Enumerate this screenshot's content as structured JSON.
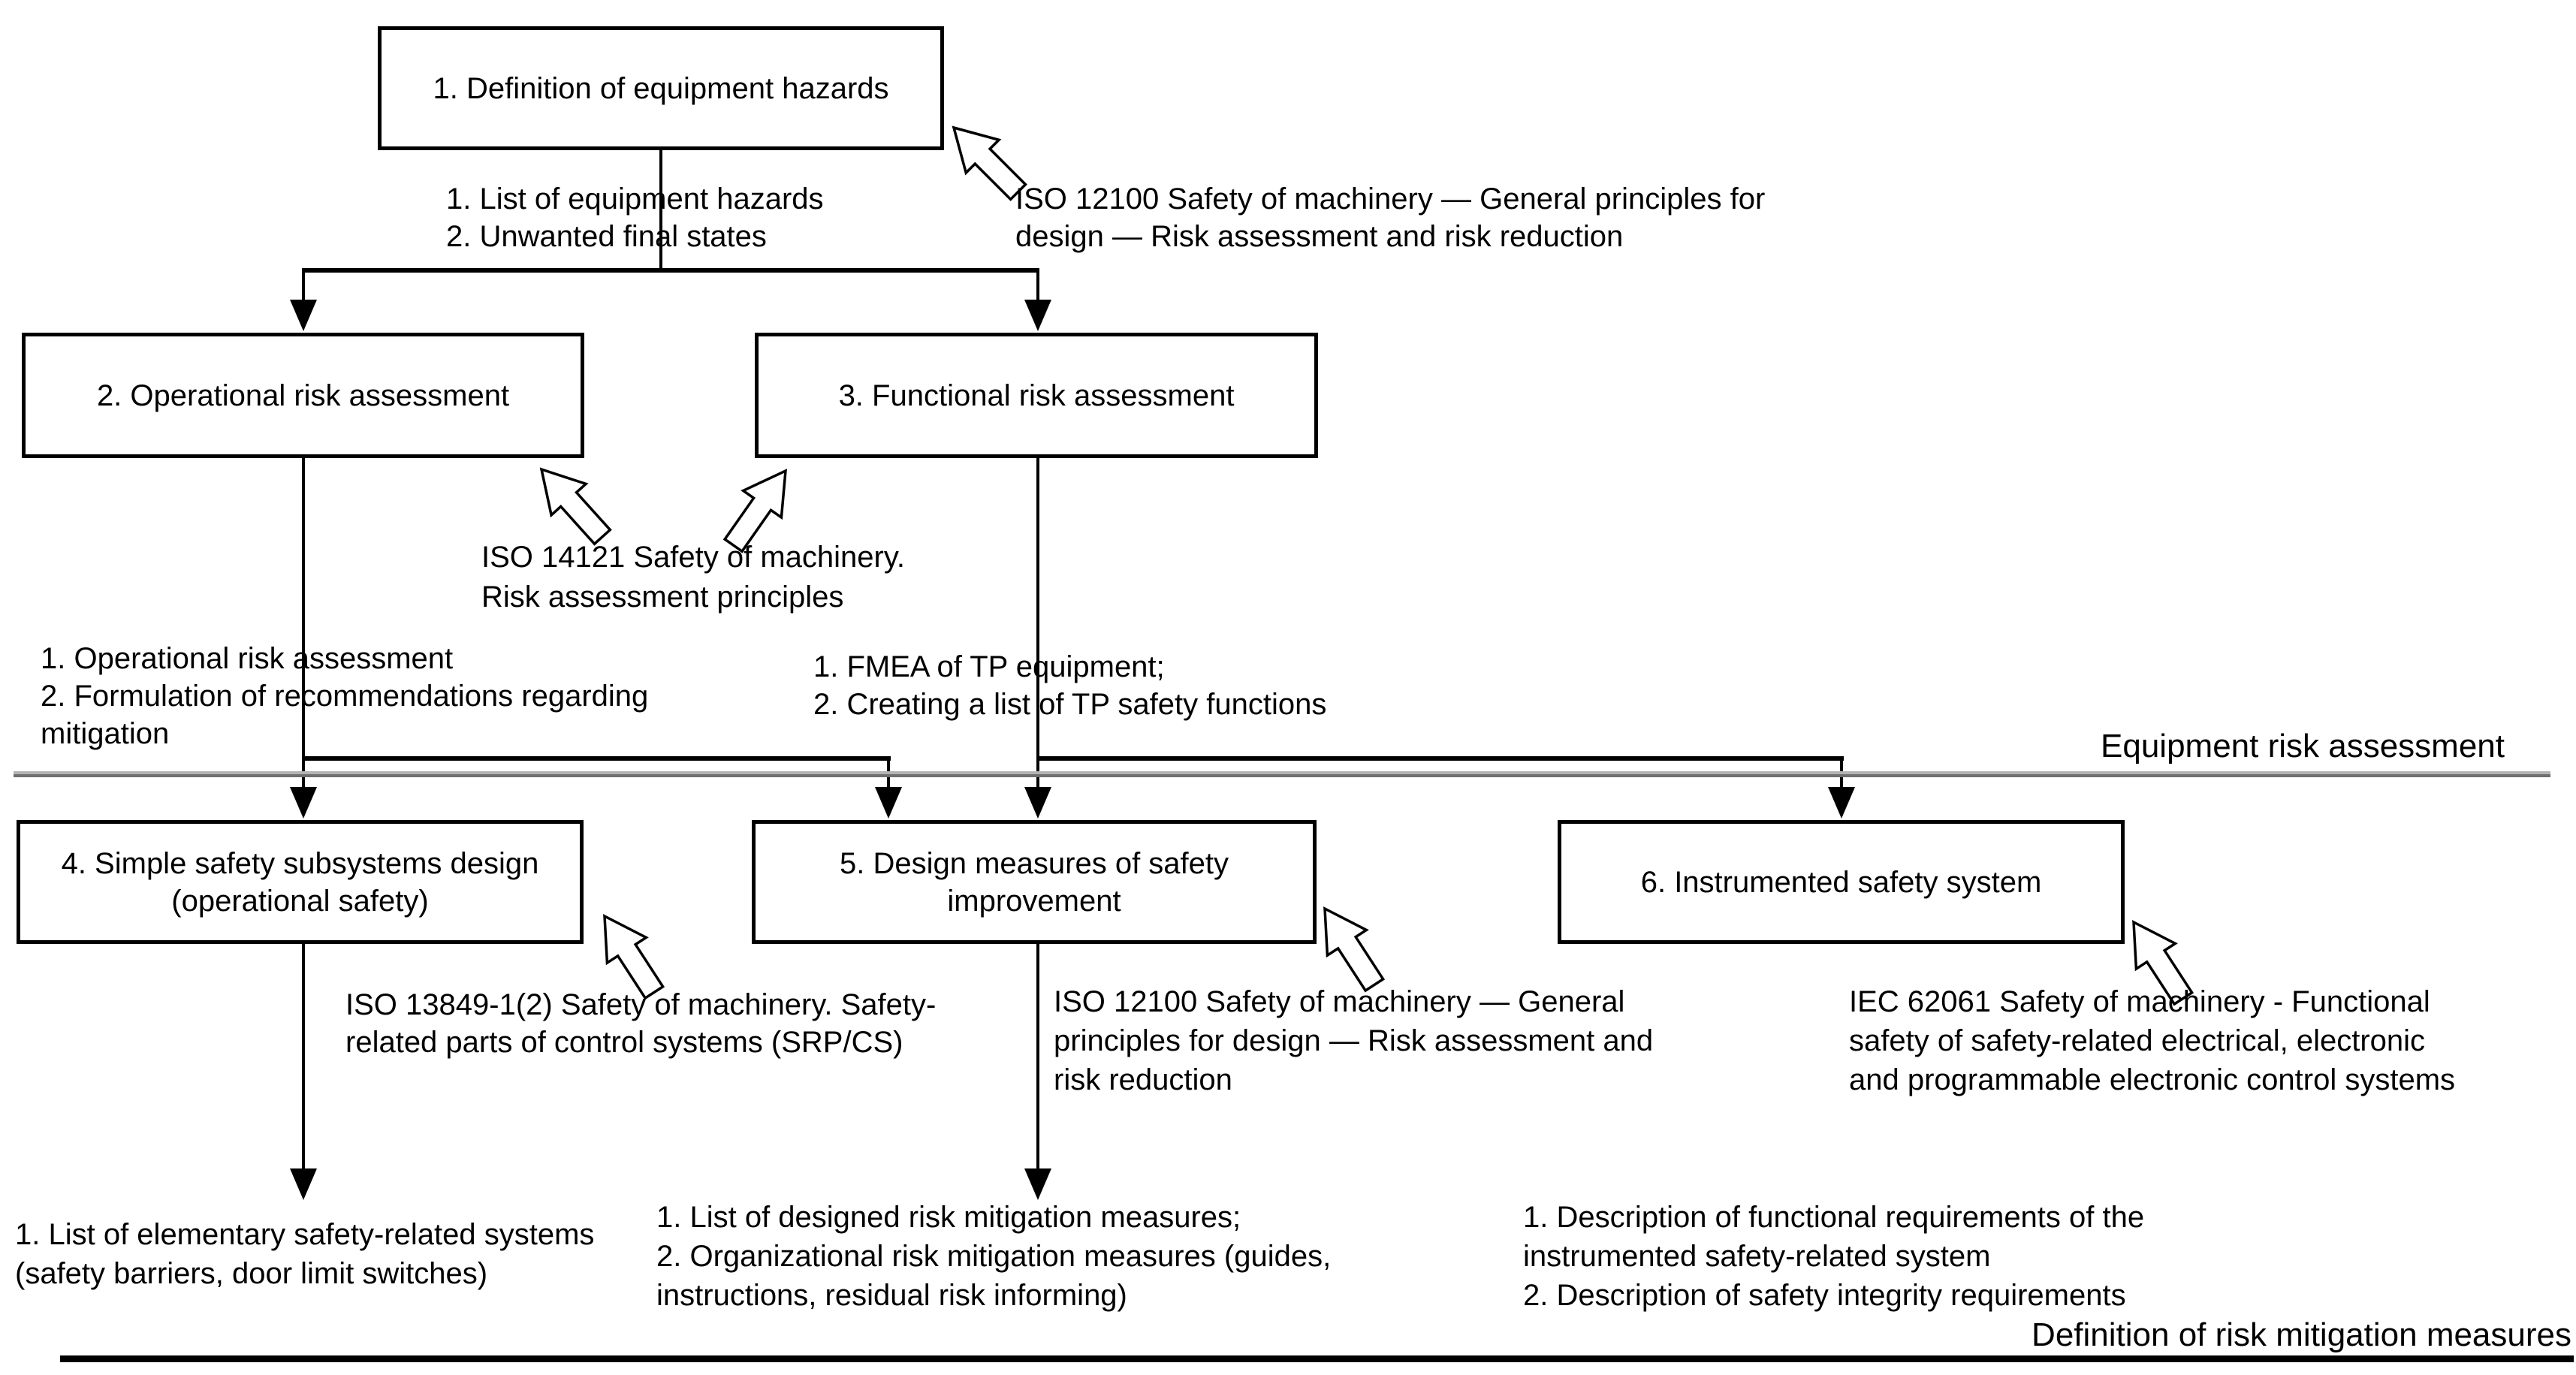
{
  "diagram": {
    "boxes": [
      {
        "id": "1",
        "lines": [
          "1. Definition of equipment hazards"
        ]
      },
      {
        "id": "2",
        "lines": [
          "2. Operational risk assessment"
        ]
      },
      {
        "id": "3",
        "lines": [
          "3. Functional risk assessment"
        ]
      },
      {
        "id": "4",
        "lines": [
          "4. Simple safety subsystems design",
          "(operational safety)"
        ]
      },
      {
        "id": "5",
        "lines": [
          "5. Design measures of safety",
          "improvement"
        ]
      },
      {
        "id": "6",
        "lines": [
          "6. Instrumented safety system"
        ]
      }
    ],
    "outputs": {
      "box1": [
        "1. List of equipment hazards",
        "2. Unwanted final states"
      ],
      "box2": [
        "1. Operational risk assessment",
        "2. Formulation of recommendations regarding",
        "mitigation"
      ],
      "box3": [
        "1. FMEA of TP equipment;",
        "2. Creating a list of TP safety functions"
      ],
      "box4": [
        "1. List of elementary safety-related systems",
        "(safety barriers, door limit switches)"
      ],
      "box5": [
        "1. List of designed risk mitigation measures;",
        "2. Organizational risk mitigation measures (guides,",
        "instructions, residual risk informing)"
      ],
      "box6": [
        "1. Description of functional requirements of the",
        "instrumented safety-related system",
        "2. Description of safety integrity requirements"
      ]
    },
    "standards": {
      "iso12100_top": [
        "ISO 12100 Safety of machinery — General principles for",
        "design — Risk assessment and risk reduction"
      ],
      "iso14121": [
        "ISO 14121 Safety of machinery.",
        "Risk assessment principles"
      ],
      "iso13849": [
        "ISO 13849-1(2) Safety of machinery. Safety-",
        "related parts of control systems (SRP/CS)"
      ],
      "iso12100_bottom": [
        "ISO 12100 Safety of machinery — General",
        "principles for design — Risk assessment and",
        "risk reduction"
      ],
      "iec62061": [
        "IEC 62061 Safety of machinery - Functional",
        "safety of safety-related electrical, electronic",
        "and programmable electronic control systems"
      ]
    },
    "section_labels": {
      "equipment_risk_assessment": "Equipment risk assessment",
      "definition_of_risk_mitigation": "Definition of risk mitigation measures"
    },
    "colors": {
      "line": "#000000",
      "divider_light": "#b3b3b3",
      "divider_dark": "#6e6e6e",
      "background": "#ffffff",
      "text": "#000000"
    }
  }
}
